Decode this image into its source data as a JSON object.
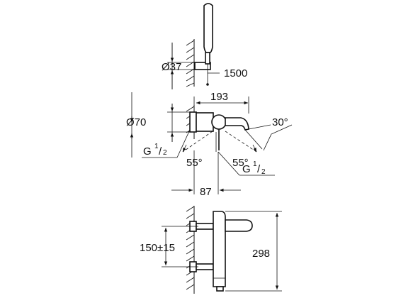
{
  "dimensions": {
    "holder_diameter": "Ø37",
    "hose_length": "1500",
    "spout_length": "193",
    "escutcheon_diameter": "Ø70",
    "spout_angle": "30°",
    "thread_left_prefix": "G",
    "thread_left_num": "1",
    "thread_left_den": "2",
    "swivel_left": "55°",
    "swivel_right": "55°",
    "thread_right_prefix": "G",
    "thread_right_num": "1",
    "thread_right_den": "2",
    "projection": "87",
    "centers": "150±15",
    "height": "298"
  }
}
